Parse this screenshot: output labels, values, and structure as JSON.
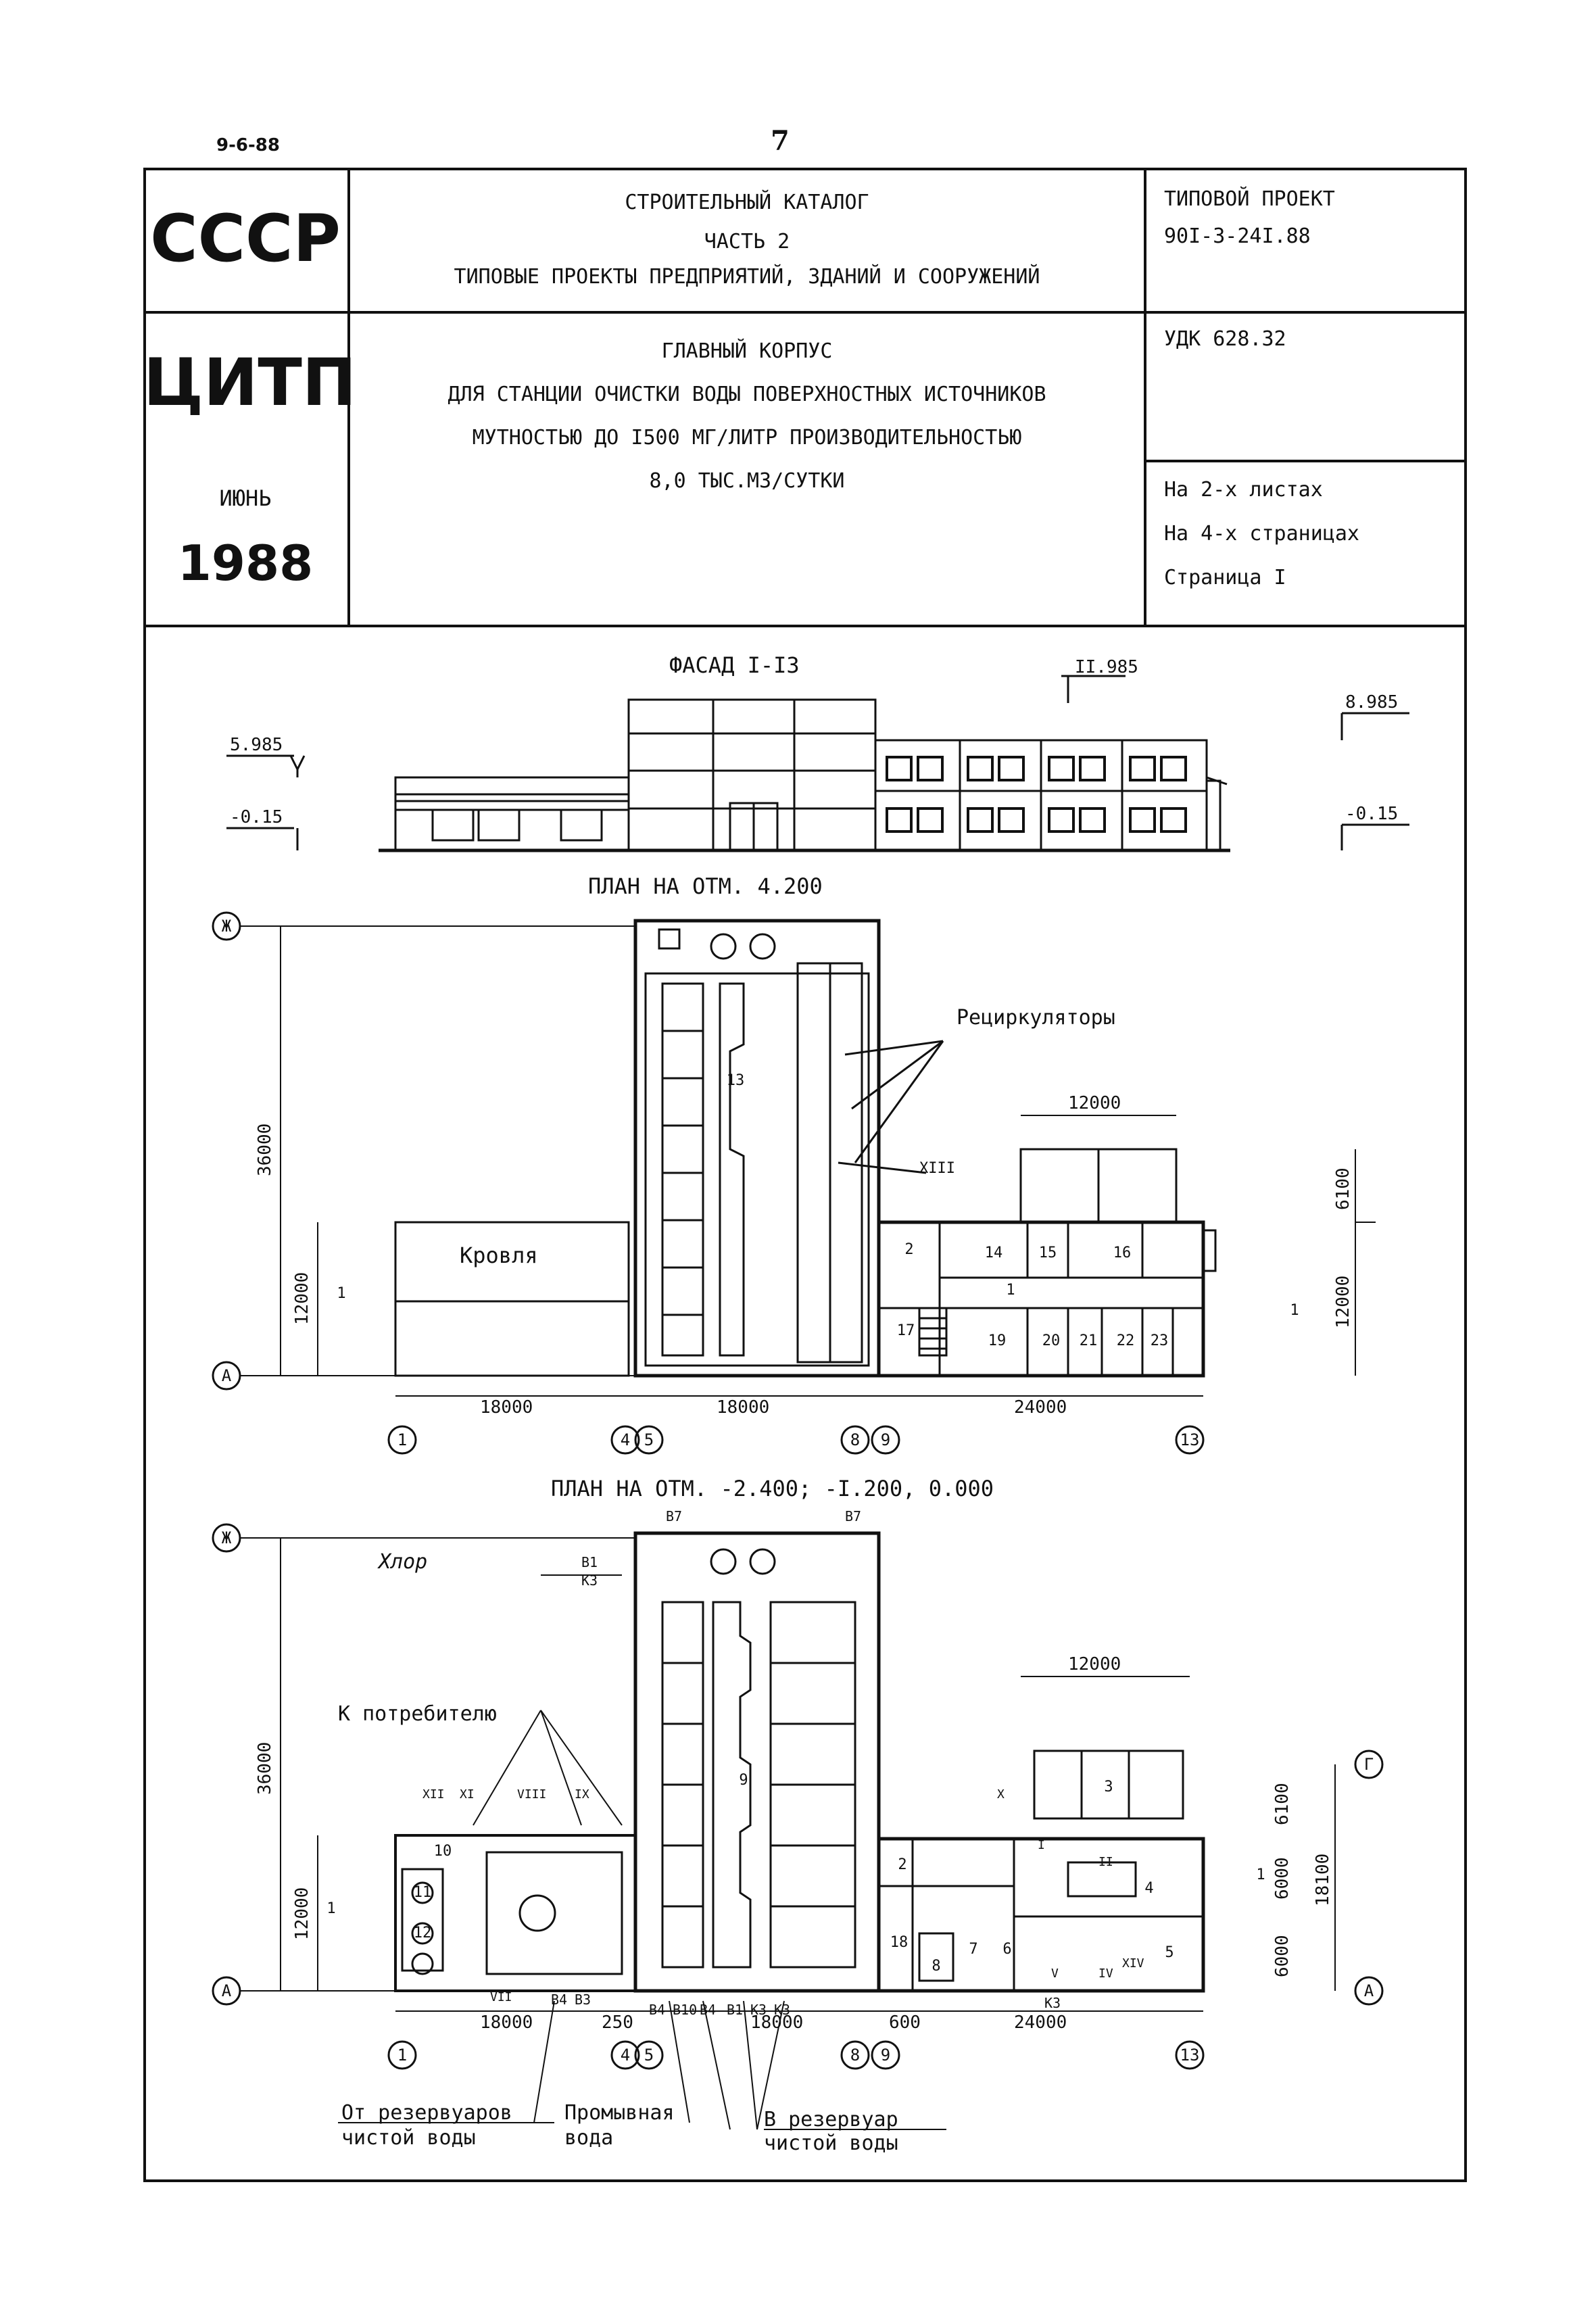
{
  "header": {
    "date_code": "9-6-88",
    "page_number": "7"
  },
  "stamp": {
    "org_1": "СССР",
    "org_2": "ЦИТП",
    "month": "ИЮНЬ",
    "year": "1988",
    "catalog_lines": [
      "СТРОИТЕЛЬНЫЙ КАТАЛОГ",
      "ЧАСТЬ 2",
      "ТИПОВЫЕ ПРОЕКТЫ ПРЕДПРИЯТИЙ, ЗДАНИЙ И СООРУЖЕНИЙ"
    ],
    "project_label": "ТИПОВОЙ ПРОЕКТ",
    "project_code": "90I-3-24I.88",
    "udk": "УДК 628.32",
    "title_lines": [
      "ГЛАВНЫЙ КОРПУС",
      "ДЛЯ СТАНЦИИ ОЧИСТКИ ВОДЫ ПОВЕРХНОСТНЫХ ИСТОЧНИКОВ",
      "МУТНОСТЬЮ ДО I500 МГ/ЛИТР ПРОИЗВОДИТЕЛЬНОСТЬЮ",
      "8,0 ТЫС.М3/СУТКИ"
    ],
    "sheets": "На 2-х листах",
    "pages": "На 4-х страницах",
    "page": "Страница I"
  },
  "facade": {
    "title": "ФАСАД I-I3",
    "marks": [
      "5.985",
      "-0.15",
      "II.985",
      "8.985",
      "-0.15"
    ]
  },
  "plan_upper": {
    "title": "ПЛАН НА ОТМ. 4.200",
    "axis_letters": [
      "Ж",
      "А"
    ],
    "axis_numbers": [
      "1",
      "4",
      "5",
      "8",
      "9",
      "13"
    ],
    "dims": [
      "36000",
      "12000",
      "18000",
      "18000",
      "24000",
      "12000",
      "6100",
      "12000"
    ],
    "labels": {
      "roof": "Кровля",
      "recirculators": "Рециркуляторы",
      "section": "XIII"
    },
    "rooms": [
      "13",
      "2",
      "14",
      "15",
      "16",
      "1",
      "17",
      "19",
      "20",
      "21",
      "22",
      "23"
    ],
    "section_marks": [
      "1",
      "1"
    ]
  },
  "plan_lower": {
    "title": "ПЛАН НА ОТМ. -2.400; -I.200, 0.000",
    "axis_letters": [
      "Ж",
      "Г",
      "А",
      "А"
    ],
    "axis_numbers": [
      "1",
      "4",
      "5",
      "8",
      "9",
      "13"
    ],
    "dims": [
      "36000",
      "12000",
      "18000",
      "250",
      "18000",
      "600",
      "24000",
      "12000",
      "6100",
      "6000",
      "6000",
      "18100"
    ],
    "pipes": [
      "В7",
      "В7",
      "В1",
      "К3",
      "В4",
      "В10",
      "В4",
      "В1",
      "К3",
      "К3",
      "В4",
      "В3",
      "К3"
    ],
    "labels": {
      "chlorine": "Хлор",
      "to_consumer": "К потребителю",
      "from_reservoirs_1": "От резервуаров",
      "from_reservoirs_2": "чистой воды",
      "wash_1": "Промывная",
      "wash_2": "вода",
      "to_reservoir_1": "В резервуар",
      "to_reservoir_2": "чистой воды"
    },
    "rooms": [
      "9",
      "3",
      "2",
      "4",
      "10",
      "11",
      "12",
      "6",
      "7",
      "8",
      "5",
      "18"
    ],
    "roman": [
      "XII",
      "XI",
      "VIII",
      "IX",
      "VII",
      "II",
      "I",
      "X",
      "XIV",
      "V",
      "IV"
    ],
    "section_marks": [
      "1",
      "1"
    ]
  }
}
